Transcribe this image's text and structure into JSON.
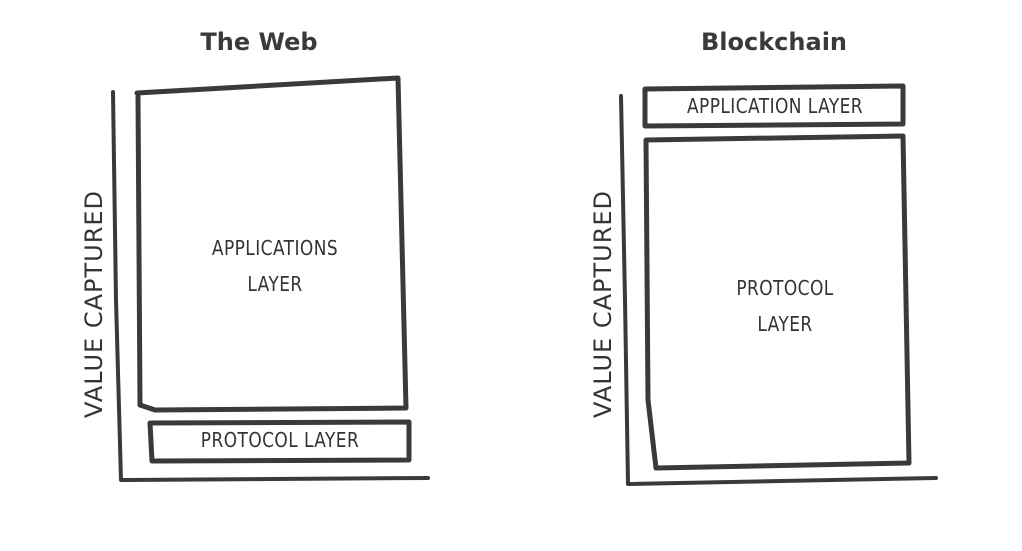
{
  "left": {
    "title": "The Web",
    "axis_label": "VALUE CAPTURED",
    "top_box": [
      "APPLICATIONS",
      "LAYER"
    ],
    "bottom_box": "PROTOCOL LAYER"
  },
  "right": {
    "title": "Blockchain",
    "axis_label": "VALUE CAPTURED",
    "top_box": "APPLICATION LAYER",
    "bottom_box": [
      "PROTOCOL",
      "LAYER"
    ]
  },
  "colors": {
    "stroke": "#3a3a3a"
  }
}
